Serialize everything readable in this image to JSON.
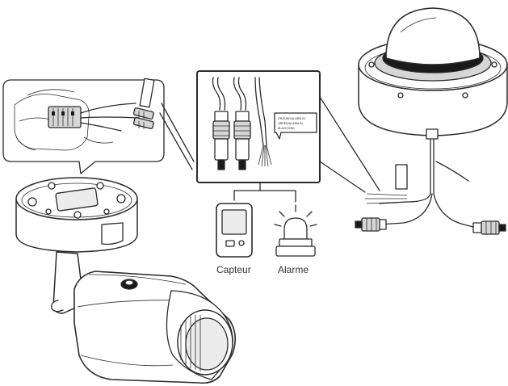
{
  "diagram": {
    "labels": {
      "sensor": "Capteur",
      "alarm": "Alarme"
    },
    "wire_note": {
      "line1": "GROUND/ALARM IN",
      "line2": "GREEN/ALARM IN",
      "line3": "BLACK/GND"
    }
  },
  "colors": {
    "stroke": "#2a2a2a",
    "callout_fill": "#ffffff",
    "metal": "#d6d6d6"
  }
}
